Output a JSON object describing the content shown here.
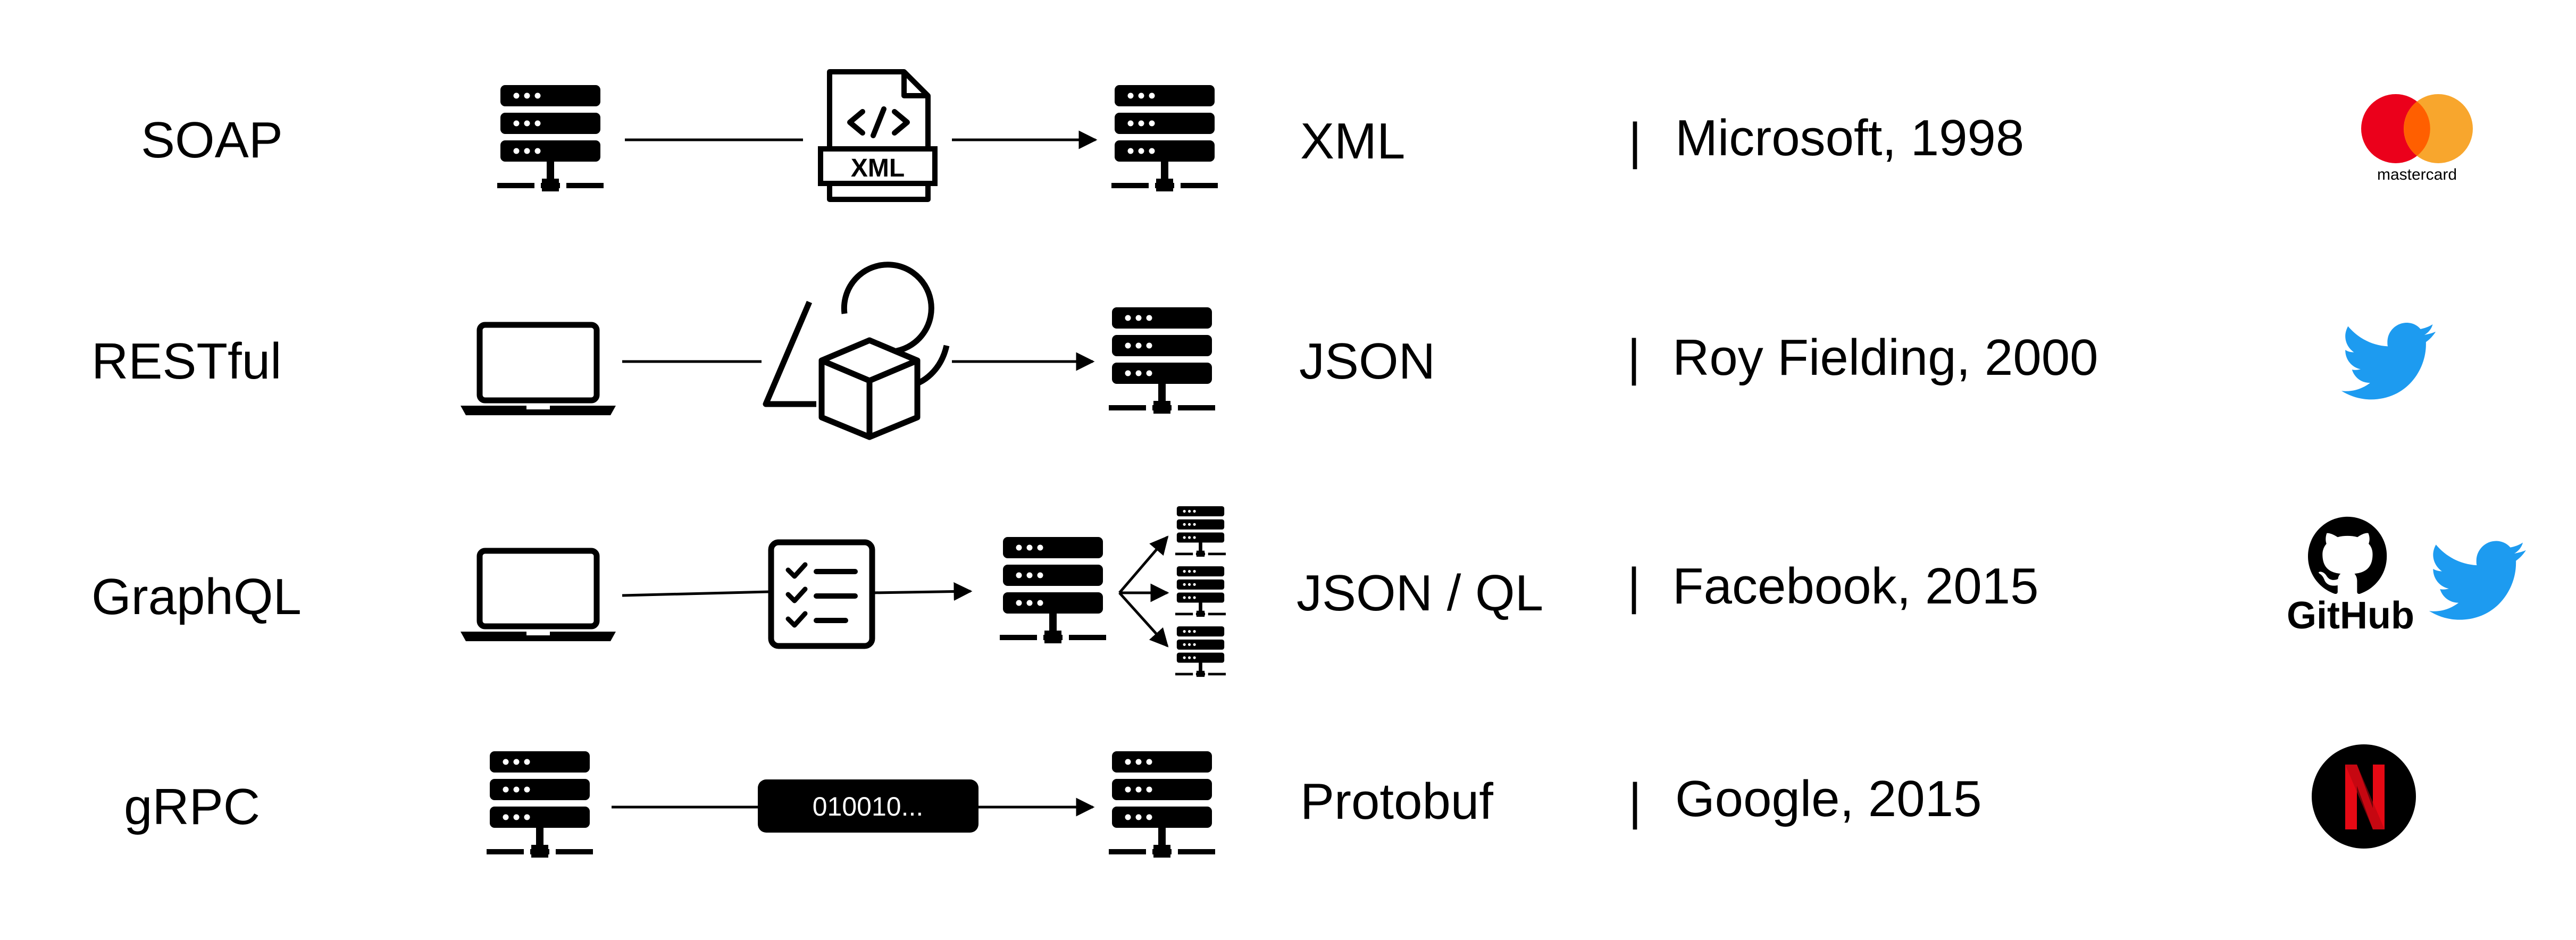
{
  "rows": [
    {
      "name": "SOAP",
      "format": "XML",
      "origin": "Microsoft, 1998",
      "payload_label": "XML"
    },
    {
      "name": "RESTful",
      "format": "JSON",
      "origin": "Roy Fielding, 2000"
    },
    {
      "name": "GraphQL",
      "format": "JSON / QL",
      "origin": "Facebook, 2015"
    },
    {
      "name": "gRPC",
      "format": "Protobuf",
      "origin": "Google, 2015",
      "payload_label": "010010..."
    }
  ],
  "separator": "|",
  "logos": {
    "mastercard": {
      "text": "mastercard",
      "red": "#EB001B",
      "orange": "#F79E1B"
    },
    "github": {
      "text": "GitHub"
    },
    "twitter_color": "#1D9BF0",
    "netflix": {
      "letter": "N",
      "red": "#E50914",
      "bg": "#000000"
    }
  }
}
